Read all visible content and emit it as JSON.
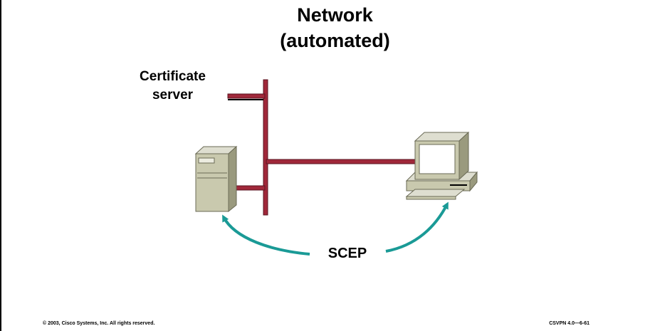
{
  "title": {
    "line1": "Network",
    "line2": "(automated)"
  },
  "certificate_server_label": {
    "line1": "Certificate",
    "line2": "server"
  },
  "protocol_label": "SCEP",
  "footer": {
    "copyright": "© 2003, Cisco Systems, Inc. All rights reserved.",
    "course_code": "CSVPN 4.0—6-61"
  },
  "colors": {
    "network_line": "#a0283a",
    "arrow": "#1a9a96",
    "device_face": "#c9c9ae",
    "device_side": "#9a9a7e"
  },
  "icons": [
    "server-icon",
    "pc-workstation-icon",
    "curved-arrow-icon"
  ]
}
